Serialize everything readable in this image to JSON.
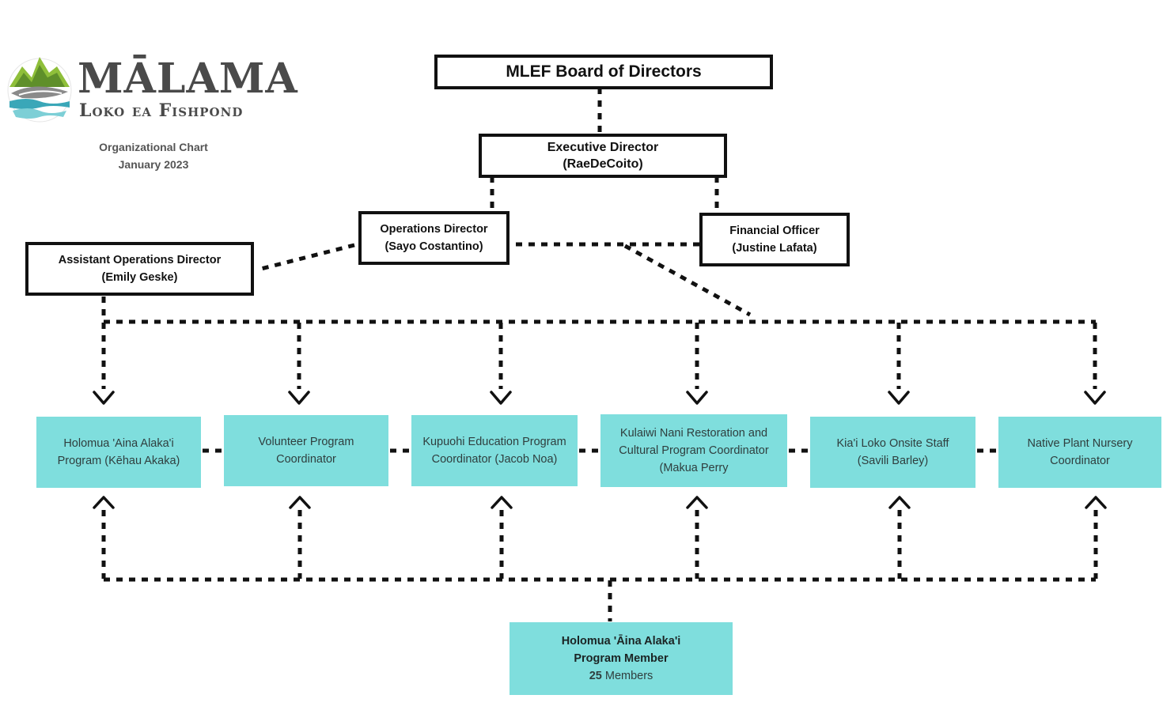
{
  "logo": {
    "title": "MĀLAMA",
    "subtitle": "Loko ea Fishpond",
    "icon": "fishpond-mountain-fish-icon"
  },
  "caption": {
    "line1": "Organizational Chart",
    "line2": "January 2023"
  },
  "nodes": {
    "board": {
      "title": "MLEF Board of Directors"
    },
    "executive": {
      "title": "Executive Director",
      "name": "(RaeDeCoito)"
    },
    "operations": {
      "title": "Operations Director",
      "name": "(Sayo Costantino)"
    },
    "financial": {
      "title": "Financial Officer",
      "name": "(Justine Lafata)"
    },
    "assistant": {
      "title": "Assistant Operations Director",
      "name": "(Emily Geske)"
    },
    "coordinators": [
      {
        "line1": "Holomua 'Aina Alaka'i",
        "line2": "Program (Kēhau Akaka)"
      },
      {
        "line1": "Volunteer Program",
        "line2": "Coordinator"
      },
      {
        "line1": "Kupuohi Education Program",
        "line2": "Coordinator (Jacob Noa)"
      },
      {
        "line1": "Kulaiwi Nani Restoration and",
        "line2": "Cultural Program Coordinator",
        "line3": "(Makua Perry"
      },
      {
        "line1": "Kia'i Loko  Onsite Staff",
        "line2": "(Savili Barley)"
      },
      {
        "line1": "Native Plant Nursery",
        "line2": "Coordinator"
      }
    ],
    "members": {
      "line1": "Holomua 'Āina  Alaka'i",
      "line2": "Program Member",
      "count": "25",
      "count_label": "Members"
    }
  },
  "colors": {
    "teal_fill": "#7fdedd",
    "border": "#111111",
    "connector": "#111111",
    "logo_text": "#4a4a4a"
  }
}
